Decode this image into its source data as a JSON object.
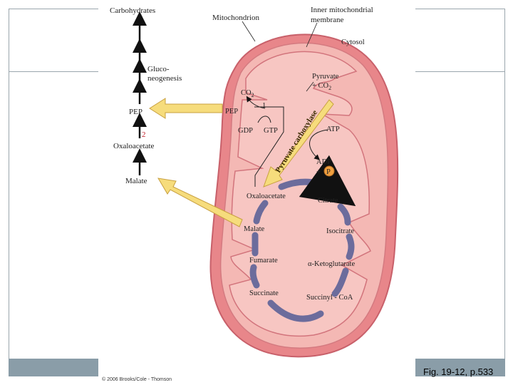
{
  "labels": {
    "carbohydrates": "Carbohydrates",
    "gluconeogenesis_line1": "Gluco-",
    "gluconeogenesis_line2": "neogenesis",
    "pep_outer": "PEP",
    "step2": "2",
    "oxaloacetate_outer": "Oxaloacetate",
    "malate_outer": "Malate",
    "mitochondrion": "Mitochondrion",
    "inner_membrane_line1": "Inner mitochondrial",
    "inner_membrane_line2": "membrane",
    "cytosol": "Cytosol",
    "pyruvate_line1": "Pyruvate",
    "pyruvate_line2": "+ CO",
    "pyruvate_sub": "2",
    "co2": "CO",
    "co2_sub": "2",
    "step1": "1",
    "pep_inner": "PEP",
    "gdp": "GDP",
    "gtp": "GTP",
    "enzyme": "Pyruvate carboxylase",
    "atp": "ATP",
    "adp_line1": "ADP",
    "adp_plus": "+",
    "phosphate": "P",
    "oxaloacetate_inner": "Oxaloacetate",
    "citrate": "Citrate",
    "isocitrate": "Isocitrate",
    "ketoglutarate": "α-Ketoglutarate",
    "succinyl_coa": "Succinyl - CoA",
    "succinate": "Succinate",
    "fumarate": "Fumarate",
    "malate_inner": "Malate"
  },
  "footer": {
    "figure": "Fig. 19-12, p.533",
    "copyright": "© 2006 Brooks/Cole - Thomson"
  },
  "colors": {
    "membrane_outer": "#e8868a",
    "matrix": "#f3b2b0",
    "cycle_arrow": "#6c6c9c",
    "transport_arrow": "#f6dc7c",
    "phosphate": "#f0a040"
  }
}
